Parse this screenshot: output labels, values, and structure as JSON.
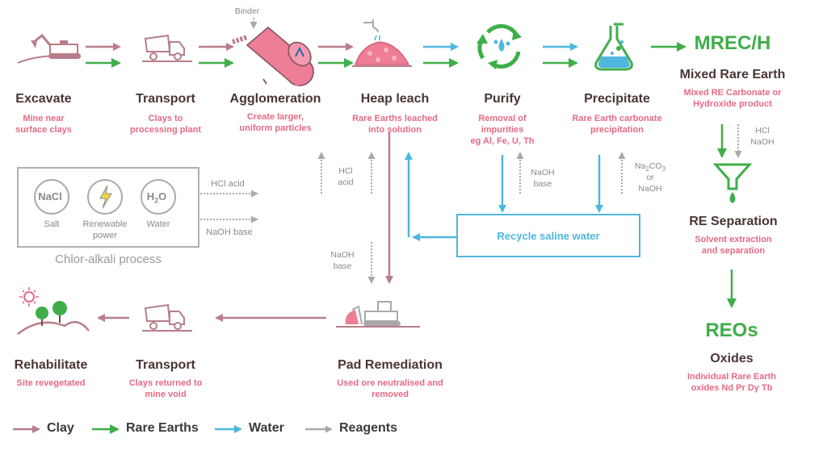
{
  "colors": {
    "clay": "#b87d8a",
    "rare_earths": "#3fae49",
    "water": "#4fb7df",
    "reagents": "#a9a9a9",
    "subtitle": "#e56a84",
    "title": "#4a3535"
  },
  "stages": {
    "excavate": {
      "title": "Excavate",
      "sub1": "Mine near",
      "sub2": "surface clays"
    },
    "transport1": {
      "title": "Transport",
      "sub1": "Clays to",
      "sub2": "processing plant"
    },
    "agglomeration": {
      "title": "Agglomeration",
      "sub1": "Create larger,",
      "sub2": "uniform particles",
      "input": "Binder"
    },
    "heapleach": {
      "title": "Heap leach",
      "sub1": "Rare Earths leached",
      "sub2": "into solution"
    },
    "purify": {
      "title": "Purify",
      "sub1": "Removal of",
      "sub2": "impurities",
      "sub3": "eg Al, Fe, U, Th"
    },
    "precipitate": {
      "title": "Precipitate",
      "sub1": "Rare Earth carbonate",
      "sub2": "precipitation"
    },
    "mrec": {
      "big": "MREC/H",
      "title": "Mixed Rare Earth",
      "sub1": "Mixed RE Carbonate or",
      "sub2": "Hydroxide product"
    },
    "reseparation": {
      "title": "RE Separation",
      "sub1": "Solvent extraction",
      "sub2": "and separation"
    },
    "reos": {
      "big": "REOs",
      "title": "Oxides",
      "sub1": "Individual Rare Earth",
      "sub2": "oxides Nd Pr Dy Tb"
    },
    "padremediation": {
      "title": "Pad Remediation",
      "sub1": "Used ore neutralised and",
      "sub2": "removed"
    },
    "transport2": {
      "title": "Transport",
      "sub1": "Clays returned to",
      "sub2": "mine void"
    },
    "rehabilitate": {
      "title": "Rehabilitate",
      "sub1": "Site revegetated"
    }
  },
  "reagents": {
    "hcl_acid": "HCl acid",
    "naoh_base": "NaOH base",
    "hcl_heap_1": "HCl",
    "hcl_heap_2": "acid",
    "naoh_pad_1": "NaOH",
    "naoh_pad_2": "base",
    "naoh_purify_1": "NaOH",
    "naoh_purify_2": "base",
    "na2co3_main": "Na",
    "na2co3_sub": "2",
    "na2co3_tail": "CO",
    "na2co3_sub2": "3",
    "or": "or",
    "naoh_precip": "NaOH",
    "hcl_mrec_1": "HCl",
    "hcl_mrec_2": "NaOH"
  },
  "chloralkali": {
    "title": "Chlor-alkali process",
    "salt_symbol": "NaCl",
    "salt_label": "Salt",
    "power_label_1": "Renewable",
    "power_label_2": "power",
    "water_symbol_a": "H",
    "water_symbol_sub": "2",
    "water_symbol_b": "O",
    "water_label": "Water"
  },
  "recycle": {
    "label": "Recycle saline water"
  },
  "legend": {
    "clay": "Clay",
    "rare_earths": "Rare Earths",
    "water": "Water",
    "reagents": "Reagents"
  }
}
